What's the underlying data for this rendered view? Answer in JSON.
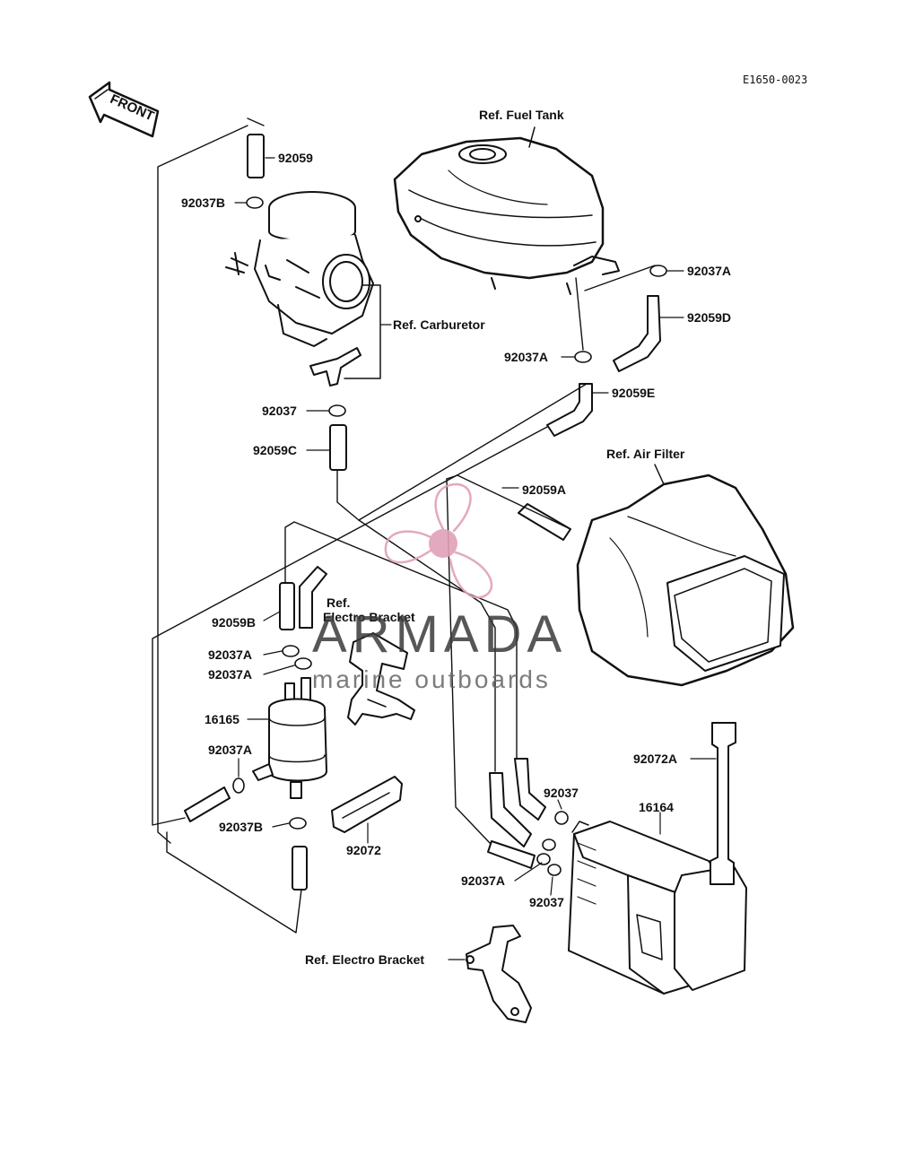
{
  "diagram_code": "E1650-0023",
  "front_arrow_label": "FRONT",
  "references": {
    "fuel_tank": "Ref. Fuel Tank",
    "carburetor": "Ref. Carburetor",
    "air_filter": "Ref. Air Filter",
    "electro_bracket_upper_line1": "Ref.",
    "electro_bracket_upper_line2": "Electro Bracket",
    "electro_bracket_lower": "Ref. Electro Bracket"
  },
  "parts": {
    "p92059": "92059",
    "p92037B_top": "92037B",
    "p92037A_tank_right": "92037A",
    "p92059D": "92059D",
    "p92037A_tank_left": "92037A",
    "p92059E": "92059E",
    "p92037_carb": "92037",
    "p92059C": "92059C",
    "p92059A": "92059A",
    "p92059B": "92059B",
    "p92037A_upper": "92037A",
    "p92037A_lower": "92037A",
    "p16165": "16165",
    "p92037A_filter": "92037A",
    "p92037B_bottom": "92037B",
    "p92072": "92072",
    "p92072A": "92072A",
    "p16164": "16164",
    "p92037_canister_top": "92037",
    "p92037A_canister": "92037A",
    "p92037_canister_bottom": "92037"
  },
  "watermark": {
    "title": "ARMADA",
    "subtitle": "marine outboards",
    "logo_color": "#e0a0b8"
  }
}
